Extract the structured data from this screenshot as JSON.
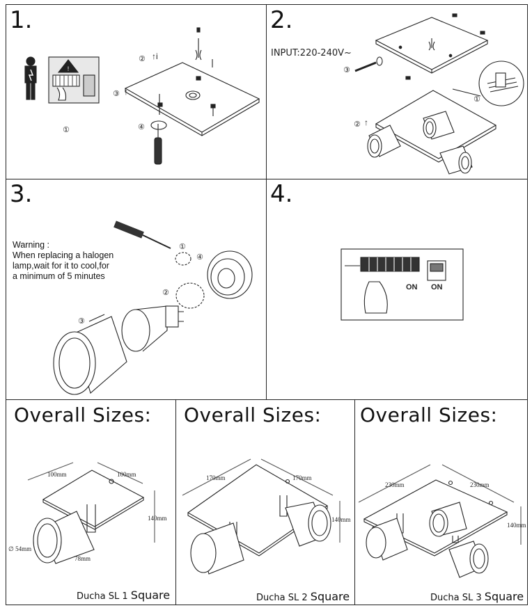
{
  "steps": {
    "s1": {
      "number": "1.",
      "callouts": [
        "①",
        "②",
        "③",
        "④"
      ]
    },
    "s2": {
      "number": "2.",
      "input_label": "INPUT:220-240V~",
      "callouts": [
        "③",
        "②",
        "①"
      ]
    },
    "s3": {
      "number": "3.",
      "warning_title": "Warning :",
      "warning_line1": "When replacing a halogen",
      "warning_line2": "lamp,wait for it to cool,for",
      "warning_line3": "a minimum of 5 minutes",
      "callouts": [
        "①",
        "④",
        "②",
        "③"
      ]
    },
    "s4": {
      "number": "4.",
      "on_label_1": "ON",
      "on_label_2": "ON"
    }
  },
  "sizes": [
    {
      "heading": "Overall Sizes:",
      "model_prefix": "Ducha SL 1",
      "model_suffix": "Square",
      "dims": {
        "w1": "100mm",
        "w2": "100mm",
        "h": "140mm",
        "dia": "∅ 54mm",
        "len": "78mm"
      }
    },
    {
      "heading": "Overall Sizes:",
      "model_prefix": "Ducha SL 2",
      "model_suffix": "Square",
      "dims": {
        "w1": "170mm",
        "w2": "170mm",
        "h": "140mm"
      }
    },
    {
      "heading": "Overall Sizes:",
      "model_prefix": "Ducha SL 3",
      "model_suffix": "Square",
      "dims": {
        "w1": "230mm",
        "w2": "230mm",
        "h": "140mm"
      }
    }
  ],
  "colors": {
    "line": "#222222",
    "shade": "#888888",
    "panel_bg": "#ffffff"
  }
}
